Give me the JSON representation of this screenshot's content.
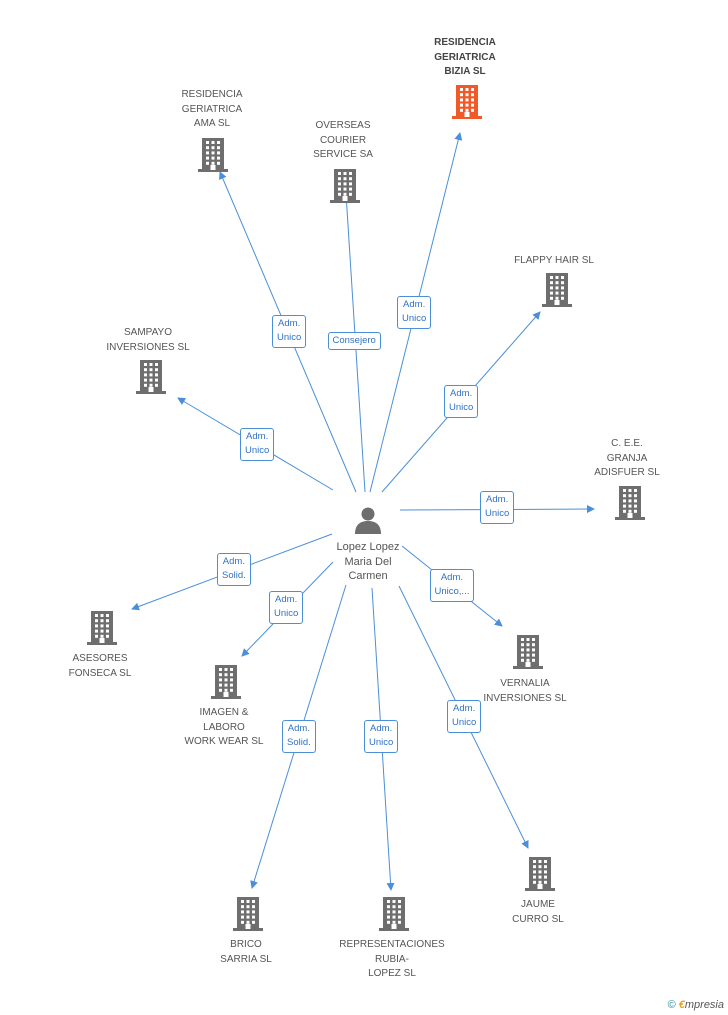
{
  "center": {
    "name": "Lopez Lopez\nMaria Del\nCarmen",
    "icon": "person-icon"
  },
  "colors": {
    "accent": "#f05a28",
    "node": "#6e6e6e",
    "edge": "#4a8fd8"
  },
  "companies": [
    {
      "id": "bizia",
      "name": "RESIDENCIA\nGERIATRICA\nBIZIA SL",
      "highlight": true,
      "role": "Adm.\nUnico"
    },
    {
      "id": "ama",
      "name": "RESIDENCIA\nGERIATRICA\nAMA SL",
      "highlight": false,
      "role": "Adm.\nUnico"
    },
    {
      "id": "overseas",
      "name": "OVERSEAS\nCOURIER\nSERVICE SA",
      "highlight": false,
      "role": "Consejero"
    },
    {
      "id": "flappy",
      "name": "FLAPPY HAIR SL",
      "highlight": false,
      "role": "Adm.\nUnico"
    },
    {
      "id": "sampayo",
      "name": "SAMPAYO\nINVERSIONES SL",
      "highlight": false,
      "role": "Adm.\nUnico"
    },
    {
      "id": "granja",
      "name": "C. E.E.\nGRANJA\nADISFUER  SL",
      "highlight": false,
      "role": "Adm.\nUnico"
    },
    {
      "id": "asesores",
      "name": "ASESORES\nFONSECA SL",
      "highlight": false,
      "role": "Adm.\nSolid."
    },
    {
      "id": "vernalia",
      "name": "VERNALIA\nINVERSIONES SL",
      "highlight": false,
      "role": "Adm.\nUnico,..."
    },
    {
      "id": "imagen",
      "name": "IMAGEN &\nLABORO\nWORK WEAR SL",
      "highlight": false,
      "role": "Adm.\nUnico"
    },
    {
      "id": "brico",
      "name": "BRICO\nSARRIA SL",
      "highlight": false,
      "role": "Adm.\nSolid."
    },
    {
      "id": "representaciones",
      "name": "REPRESENTACIONES\nRUBIA-\nLOPEZ SL",
      "highlight": false,
      "role": "Adm.\nUnico"
    },
    {
      "id": "jaume",
      "name": "JAUME\nCURRO  SL",
      "highlight": false,
      "role": "Adm.\nUnico"
    }
  ],
  "footer": {
    "copyright": "©",
    "brand_first": "€",
    "brand_rest": "mpresia"
  }
}
